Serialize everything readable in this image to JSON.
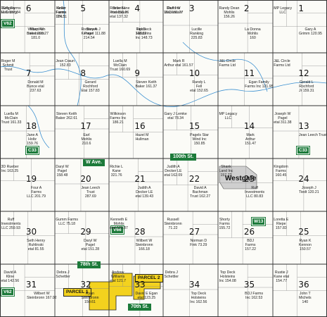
{
  "colors": {
    "road_green": "#1c7a3a",
    "parcel_yellow": "#f3d21e",
    "town_gray": "#cfcfcf",
    "stream_blue": "#3a8fd0"
  },
  "sections": [
    "6",
    "5",
    "4",
    "3",
    "2",
    "1",
    "7",
    "8",
    "9",
    "10",
    "11",
    "12",
    "18",
    "17",
    "16",
    "15",
    "14",
    "13",
    "19",
    "20",
    "21",
    "22",
    "23",
    "24",
    "30",
    "29",
    "28",
    "27",
    "26",
    "25",
    "31",
    "32",
    "33",
    "34",
    "35",
    "36"
  ],
  "roads": {
    "w_ave": "W Ave.",
    "st_100": "100th St.",
    "st_78": "78th St.",
    "st_70": "70th St."
  },
  "shields": {
    "v62_top": "V62",
    "c33_left": "C33",
    "c33_right": "C33",
    "v66": "V66",
    "w13": "W13",
    "v62_bottom": "V62"
  },
  "town": {
    "name": "Westgate"
  },
  "parcels": {
    "p1": "PARCEL 1",
    "p2": "PARCEL 2"
  },
  "owners": [
    "Duffy Farms\nLLC 157.84",
    "Mary Ann\nBaker 203.27",
    "Heller\nFarms\n124.51",
    "Rodney A\nPagel\n214.54",
    "Brian H\nPortebaum\netal 137.32",
    "Fields\n138.32",
    "David W\nWedemeier",
    "Lucille\nRanking\n225.83",
    "Randy Dean\nMohlis\n156.26",
    "La Donna\nMohlis\n160",
    "MP Legacy\nLLC",
    "Gary A\nGrimm 120.95",
    "Roger M\nSchmit\nTrust",
    "Donald M\nBunce etal\n237.63",
    "Jean Craun\n152.83",
    "Gerard\nRochford\nEtal 157.83",
    "Luella M\nMcClain\nTrust 160.69",
    "Steven Keith\nBaker 161.37",
    "Mark R\nArthur etal 161.57",
    "Randy L\nFell\netal 152.65",
    "J&L Circle\nFarms Ltd",
    "Egan Family\nFarms Inc 121.95",
    "J&L Circle\nFarms Ltd",
    "Gerald L\nRochford\nJr 159.31",
    "Luella M\nMcClain\nTrust 161.33",
    "Jane A\nHoltz\n159.76",
    "Steven Keith\nBaker 262.61",
    "Earl\nMohlis\n210.6",
    "Wilkinson\nFarms Inc\n186.21",
    "Hazel M\nHullman",
    "Gary J Lemke\netal 78.34",
    "Pagels Star\nWind Inc\n150.85",
    "MP Legacy\nLLC",
    "Mark\nArthur\n151.47",
    "Joseph W\nPagel\netal 311.38",
    "Jean Leech Trust 164.41",
    "3D Rueber\nInc 163.25",
    "Four A\nFarms\nLLC 201.79",
    "Daryl W\nPagel\n158.48",
    "Jean Leech\nTrust\n287.69",
    "Richie L\nKane\n321.76",
    "Judith A\nDecker LE\netal 139.43",
    "Judith A\nDecker LE\netal 162.09",
    "David A\nBachman\nTrust 162.27",
    "Shank\nLand Inc\n157.72",
    "Ruff\nInvestments\nLLC 80.83",
    "Kingdom\nFarms\n160.45",
    "Joseph J\nTiedt 120.21",
    "Ruff\nInvestments\nLLC 259.93",
    "Seth Henry\nRuhlinski\netal 81.55",
    "Gumm Farms\nLLC 75.18",
    "Daryl W\nPagel\netal 151.28",
    "Kenneth E\nMohlis\netal 120.87",
    "Wilbert W\nSteinbronn\n166.18",
    "Russell\nSteinbronn\n71.22",
    "Norman D\nFink 73.29",
    "Shorty\nFarms\n155.72",
    "BDJ\nFarms\n157.22",
    "Loretta E\nRiepe\n157.83",
    "Ryan K\nKennon\n150.57",
    "David A\nKline\netal 142.56",
    "Wilbert W\nSteinbronn 167.02",
    "Debra J\nSchettler",
    "Ryan\nSteinbronn\n150.61",
    "Andrew\nWilliams\netal 121.7",
    "David E Egan\netal 123.25",
    "Debra J\nSchettler",
    "Top Deck\nHolsteins\nInc 162.56",
    "Top Deck\nHolsteins\nInc 154.08",
    "BDJ Farms\nInc 162.53",
    "Rustie J\nKane etal\n154.77",
    "John T\nMichels\n140",
    "Gregory\nHelleberg",
    "Wilbert W\nSteinbronn\n181.0",
    "Kevin\nFarms\n201.1",
    "Steven J\nKennen 111.88",
    "Rustie Kane\netal 153.26",
    "Top Deck\nHolsteins\nInc 148.73",
    "Ruff Inv\nLLC 161.77"
  ]
}
